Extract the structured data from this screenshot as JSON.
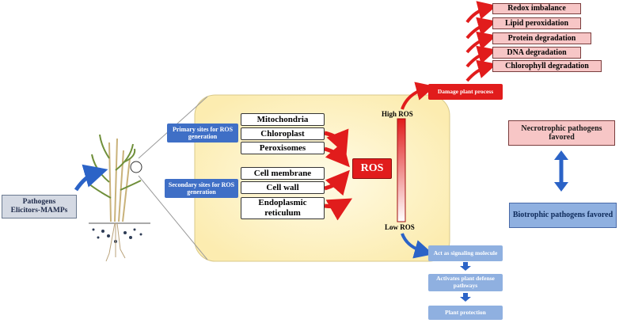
{
  "pathogens": "Pathogens\nElicitors-MAMPs",
  "primary_label": "Primary sites for ROS generation",
  "secondary_label": "Secondary sites for ROS generation",
  "primary_sites": [
    "Mitochondria",
    "Chloroplast",
    "Peroxisomes"
  ],
  "secondary_sites": [
    "Cell membrane",
    "Cell wall",
    "Endoplasmic reticulum"
  ],
  "ros": "ROS",
  "high_ros": "High ROS",
  "low_ros": "Low ROS",
  "damage": "Damage plant process",
  "damage_effects": [
    "Redox imbalance",
    "Lipid peroxidation",
    "Protein degradation",
    "DNA degradation",
    "Chlorophyll degradation"
  ],
  "signaling_steps": [
    "Act as signaling molecule",
    "Activates plant defense pathways",
    "Plant protection"
  ],
  "necrotrophic": "Necrotrophic pathogens favored",
  "biotrophic": "Biotrophic pathogens favored",
  "colors": {
    "red": "#e11c1c",
    "blue": "#3f6fc6",
    "pink": "#f7c6c6",
    "light_blue": "#8fb0e0",
    "cell_fill": "#fdf3c4"
  }
}
